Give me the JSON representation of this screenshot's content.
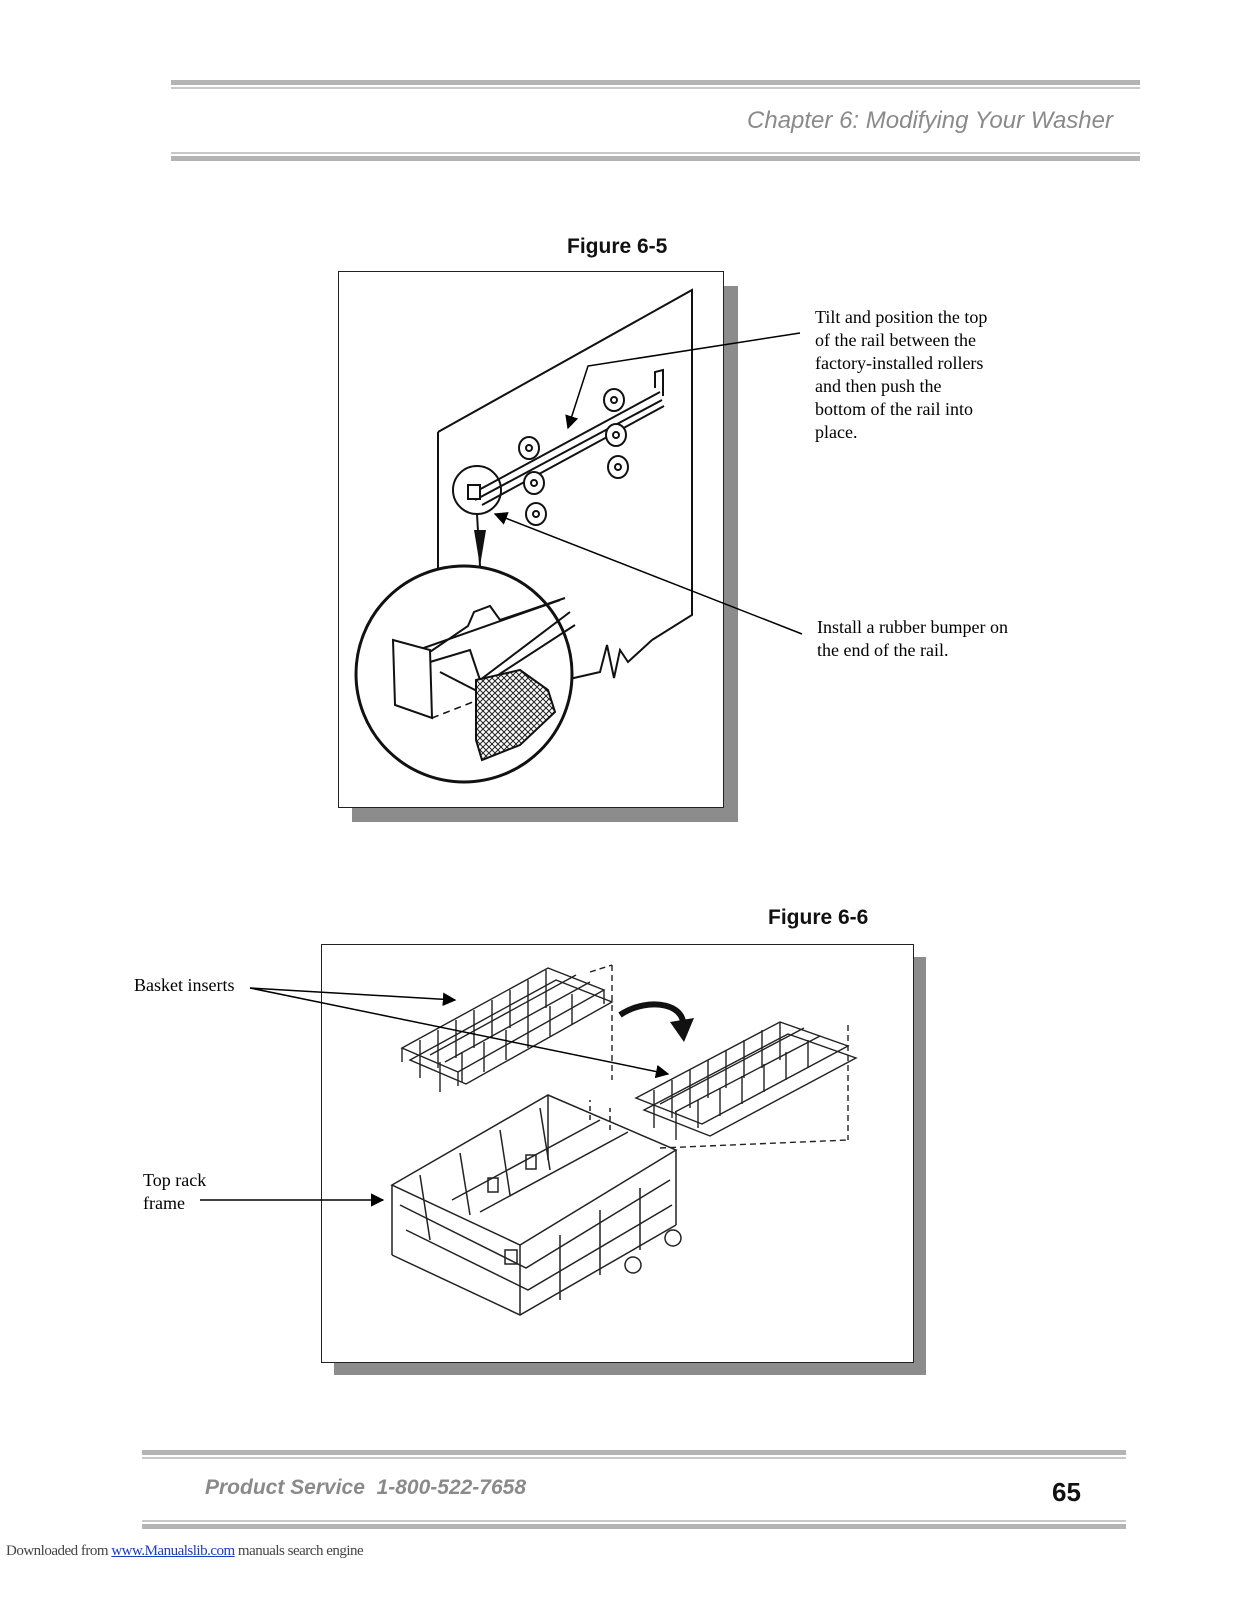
{
  "header": {
    "chapter_title": "Chapter 6: Modifying Your Washer"
  },
  "figure_6_5": {
    "caption": "Figure 6-5",
    "callout_rail": "Tilt and position the top\nof the rail between the\nfactory-installed rollers\nand then push the\nbottom of the rail into\nplace.",
    "callout_bumper": "Install a rubber bumper on\nthe end of the rail."
  },
  "figure_6_6": {
    "caption": "Figure 6-6",
    "label_basket_inserts": "Basket inserts",
    "label_top_rack_frame": "Top rack\nframe"
  },
  "footer": {
    "product_service": "Product Service  1-800-522-7658",
    "page_number": "65"
  },
  "download": {
    "prefix": "Downloaded from ",
    "link_text": "www.Manualslib.com",
    "suffix": "  manuals search engine"
  }
}
